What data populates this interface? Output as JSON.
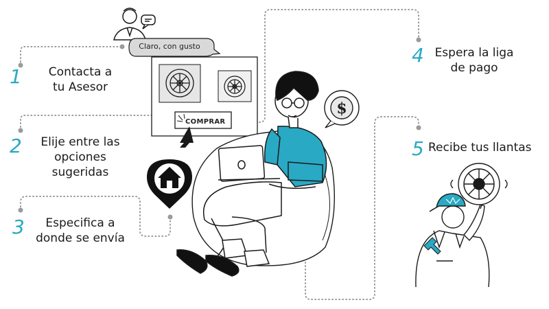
{
  "chat_bubble": {
    "text": "Claro, con gusto"
  },
  "product_panel": {
    "buy_button_label": "COMPRAR"
  },
  "steps": [
    {
      "number": "1",
      "lines": [
        "Contacta a",
        "tu Asesor"
      ]
    },
    {
      "number": "2",
      "lines": [
        "Elije entre las",
        "opciones",
        "sugeridas"
      ]
    },
    {
      "number": "3",
      "lines": [
        "Especifica a",
        "donde se envía"
      ]
    },
    {
      "number": "4",
      "lines": [
        "Espera la liga",
        "de pago"
      ]
    },
    {
      "number": "5",
      "lines": [
        "Recibe tus llantas"
      ]
    }
  ],
  "colors": {
    "accent": "#29a9c4",
    "ink": "#1a1a1a",
    "dotted_line": "#9a9a9a"
  }
}
